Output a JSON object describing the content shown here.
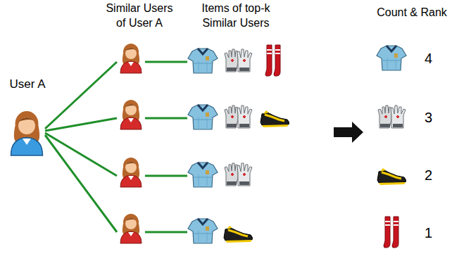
{
  "diagram": {
    "nodes": [
      {
        "text": [
          "User A"
        ]
      }
    ],
    "labels": [
      "Similar Users of User A",
      "Items of top-k Similar Users",
      "Count & Rank",
      "4",
      "3",
      "2",
      "1"
    ]
  }
}
